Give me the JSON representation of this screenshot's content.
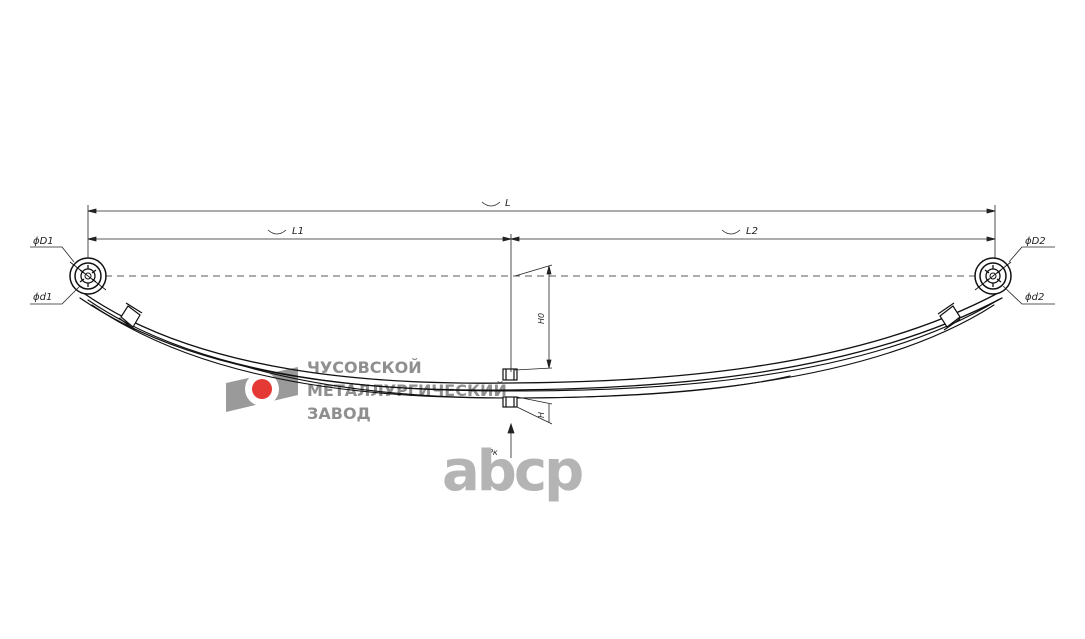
{
  "dimensions": {
    "overall_length": "L",
    "left_length": "L1",
    "right_length": "L2",
    "left_eye_outer_dia": "ϕD1",
    "left_eye_inner_dia": "ϕd1",
    "right_eye_outer_dia": "ϕD2",
    "right_eye_inner_dia": "ϕd2",
    "arc_height": "H0",
    "pack_height": "H",
    "load": "Pк"
  },
  "watermark_logo": {
    "line1": "ЧУСОВСКОЙ",
    "line2": "МЕТАЛЛУРГИЧЕСКИЙ",
    "line3": "ЗАВОД",
    "accent_color": "#e53935",
    "text_color": "#8f8f8f"
  },
  "watermark_brand": {
    "text": "abcp",
    "color": "#b4b4b4"
  }
}
